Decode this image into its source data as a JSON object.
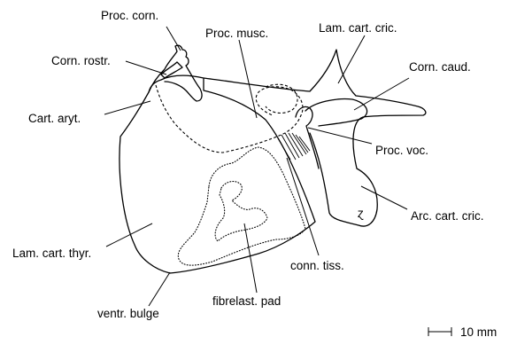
{
  "labels": {
    "proc_corn": "Proc. corn.",
    "corn_rostr": "Corn. rostr.",
    "cart_aryt": "Cart. aryt.",
    "proc_musc": "Proc. musc.",
    "lam_cart_cric": "Lam. cart. cric.",
    "corn_caud": "Corn. caud.",
    "proc_voc": "Proc. voc.",
    "arc_cart_cric": "Arc. cart. cric.",
    "lam_cart_thyr": "Lam. cart. thyr.",
    "conn_tiss": "conn. tiss.",
    "fibrelast_pad": "fibrelast. pad",
    "ventr_bulge": "ventr. bulge"
  },
  "scale_bar": {
    "label": "10 mm"
  },
  "specimen_mark": "ɀ"
}
